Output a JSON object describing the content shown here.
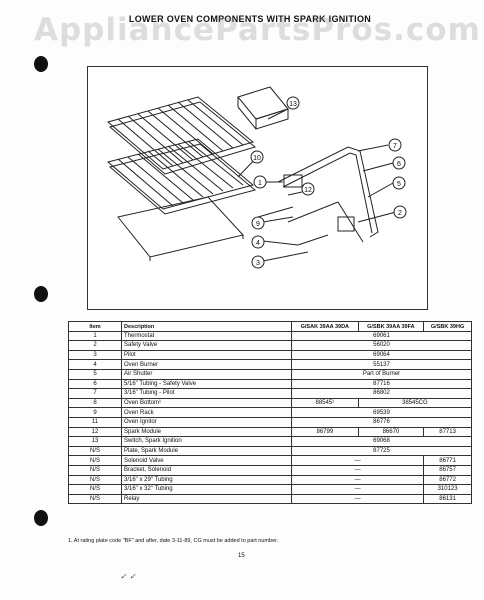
{
  "title": "LOWER OVEN COMPONENTS WITH SPARK IGNITION",
  "watermark": "AppliancePartsPros.com",
  "callouts": [
    "13",
    "10",
    "1",
    "12",
    "9",
    "4",
    "3",
    "7",
    "6",
    "5",
    "2"
  ],
  "table": {
    "headers": [
      "Item",
      "Description",
      "G/SAK 39AA 39DA",
      "G/SBK 39AA 39FA",
      "G/SBK 39HG"
    ],
    "rows": [
      {
        "item": "1",
        "description": "Thermostat",
        "cols": [
          {
            "text": "69061",
            "span": 3
          }
        ]
      },
      {
        "item": "2",
        "description": "Safety Valve",
        "cols": [
          {
            "text": "56020",
            "span": 3
          }
        ]
      },
      {
        "item": "3",
        "description": "Pilot",
        "cols": [
          {
            "text": "69064",
            "span": 3
          }
        ]
      },
      {
        "item": "4",
        "description": "Oven Burner",
        "cols": [
          {
            "text": "55137",
            "span": 3
          }
        ]
      },
      {
        "item": "5",
        "description": "Air Shutter",
        "cols": [
          {
            "text": "Part of Burner",
            "span": 3
          }
        ]
      },
      {
        "item": "6",
        "description": "5/16\" Tubing - Safety Valve",
        "cols": [
          {
            "text": "87716",
            "span": 3
          }
        ]
      },
      {
        "item": "7",
        "description": "3/16\" Tubing - Pilot",
        "cols": [
          {
            "text": "86802",
            "span": 3
          }
        ]
      },
      {
        "item": "8",
        "description": "Oven Bottom¹",
        "cols": [
          {
            "text": "88545¹",
            "span": 1
          },
          {
            "text": "38545CG",
            "span": 2
          }
        ]
      },
      {
        "item": "9",
        "description": "Oven Rack",
        "cols": [
          {
            "text": "69539",
            "span": 3
          }
        ]
      },
      {
        "item": "11",
        "description": "Oven Ignitor",
        "cols": [
          {
            "text": "86776",
            "span": 3
          }
        ]
      },
      {
        "item": "12",
        "description": "Spark Module",
        "cols": [
          {
            "text": "86799",
            "span": 1
          },
          {
            "text": "86670",
            "span": 1
          },
          {
            "text": "87713",
            "span": 1
          }
        ]
      },
      {
        "item": "13",
        "description": "Switch, Spark Ignition",
        "cols": [
          {
            "text": "69068",
            "span": 3
          }
        ]
      },
      {
        "item": "N/S",
        "description": "Plate, Spark Module",
        "cols": [
          {
            "text": "87725",
            "span": 3
          }
        ]
      },
      {
        "item": "N/S",
        "description": "Solenoid Valve",
        "cols": [
          {
            "text": "—",
            "span": 2
          },
          {
            "text": "86771",
            "span": 1
          }
        ]
      },
      {
        "item": "N/S",
        "description": "Bracket, Solenoid",
        "cols": [
          {
            "text": "—",
            "span": 2
          },
          {
            "text": "86757",
            "span": 1
          }
        ]
      },
      {
        "item": "N/S",
        "description": "3/16\" x 29\" Tubing",
        "cols": [
          {
            "text": "—",
            "span": 2
          },
          {
            "text": "86772",
            "span": 1
          }
        ]
      },
      {
        "item": "N/S",
        "description": "3/16\" x 32\" Tubing",
        "cols": [
          {
            "text": "—",
            "span": 2
          },
          {
            "text": "310123",
            "span": 1
          }
        ]
      },
      {
        "item": "N/S",
        "description": "Relay",
        "cols": [
          {
            "text": "—",
            "span": 2
          },
          {
            "text": "86131",
            "span": 1
          }
        ]
      }
    ]
  },
  "footnote": "1. At rating plate code \"BF\" and after, date 3-11-89, CG must be added to part number.",
  "page_number": "15"
}
